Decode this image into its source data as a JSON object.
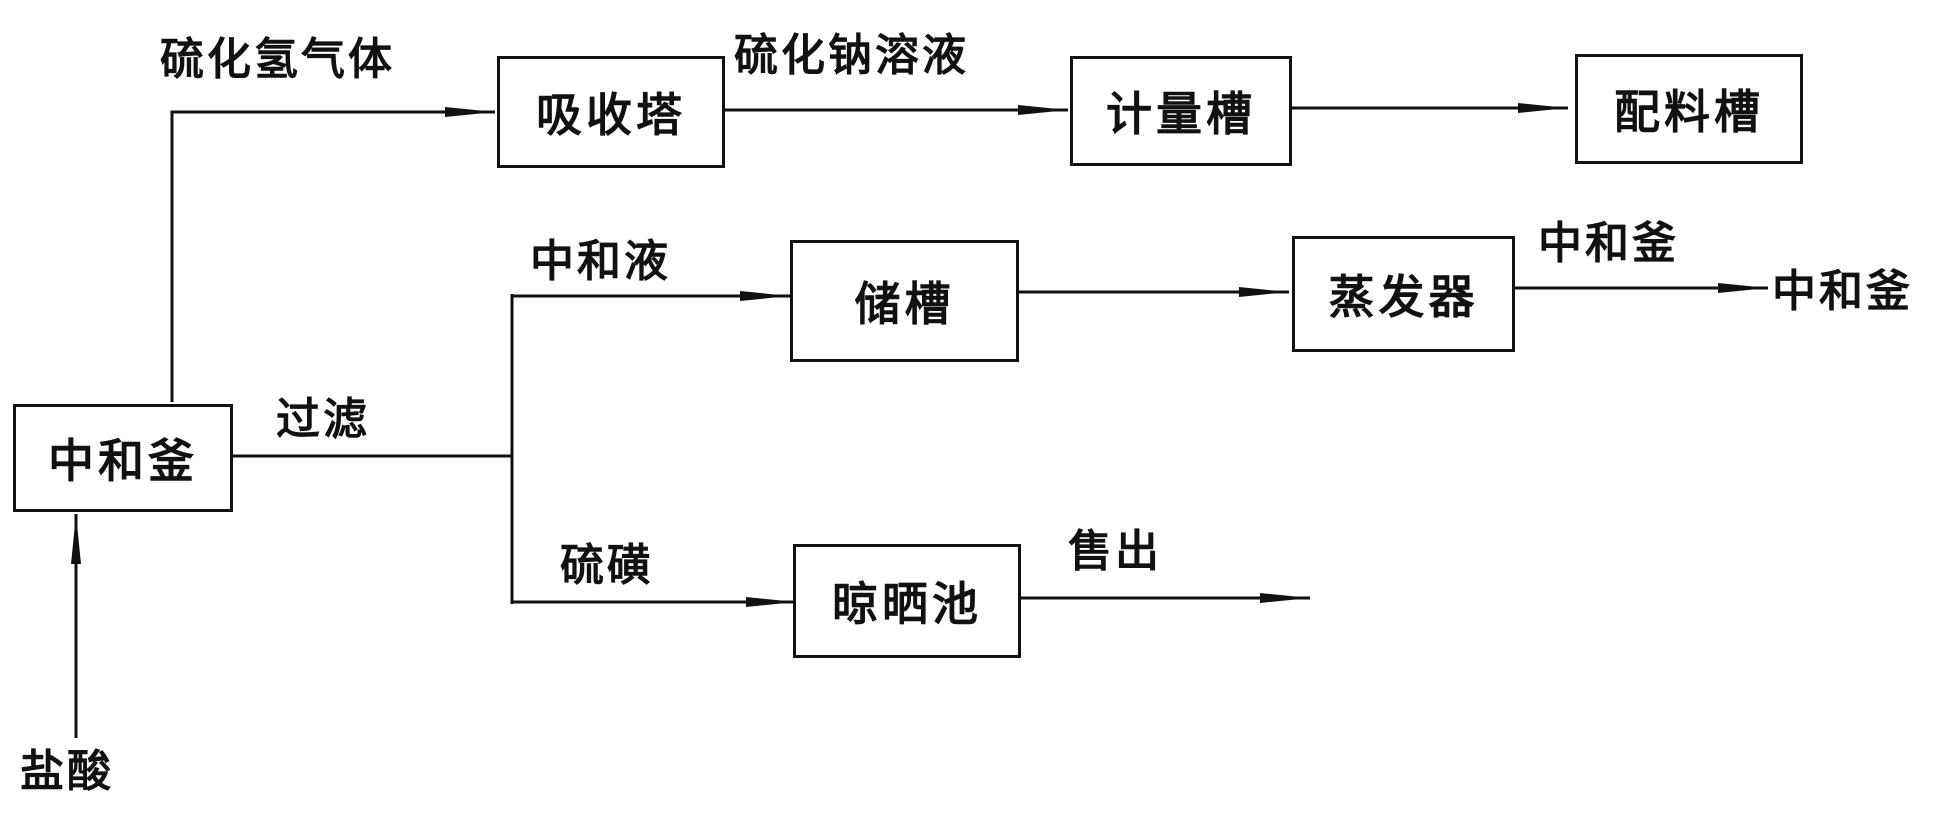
{
  "boxes": {
    "absorption_tower": "吸收塔",
    "metering_tank": "计量槽",
    "batching_tank": "配料槽",
    "neutralization_kettle": "中和釜",
    "storage_tank": "储槽",
    "evaporator": "蒸发器",
    "drying_pool": "晾晒池"
  },
  "labels": {
    "hydrogen_sulfide_gas": "硫化氢气体",
    "sodium_sulfide_solution": "硫化钠溶液",
    "filtration": "过滤",
    "neutralized_liquid": "中和液",
    "sulfur": "硫磺",
    "sold": "售出",
    "evaporator_to_kettle": "中和釜",
    "kettle_destination": "中和釜",
    "hydrochloric_acid": "盐酸"
  }
}
